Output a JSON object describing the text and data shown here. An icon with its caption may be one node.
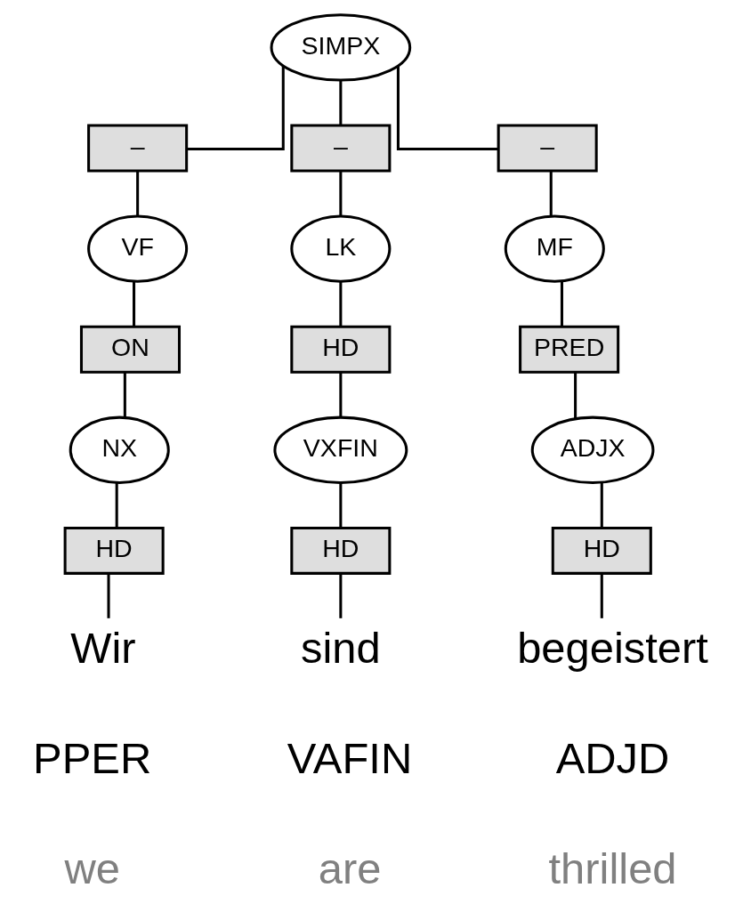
{
  "diagram": {
    "nodes": [
      {
        "text": [
          "SIMPX"
        ]
      },
      {
        "text": [
          "–"
        ]
      },
      {
        "text": [
          "–"
        ]
      },
      {
        "text": [
          "–"
        ]
      },
      {
        "text": [
          "VF"
        ]
      },
      {
        "text": [
          "LK"
        ]
      },
      {
        "text": [
          "MF"
        ]
      },
      {
        "text": [
          "ON"
        ]
      },
      {
        "text": [
          "HD"
        ]
      },
      {
        "text": [
          "PRED"
        ]
      },
      {
        "text": [
          "NX"
        ]
      },
      {
        "text": [
          "VXFIN"
        ]
      },
      {
        "text": [
          "ADJX"
        ]
      },
      {
        "text": [
          "HD"
        ]
      },
      {
        "text": [
          "HD"
        ]
      },
      {
        "text": [
          "HD"
        ]
      },
      {
        "text": [
          "Wir"
        ]
      },
      {
        "text": [
          "sind"
        ]
      },
      {
        "text": [
          "begeistert"
        ]
      }
    ],
    "edges": [
      {
        "from": 0,
        "to": 1,
        "arrow": "none"
      },
      {
        "from": 0,
        "to": 2,
        "arrow": "none"
      },
      {
        "from": 0,
        "to": 3,
        "arrow": "none"
      },
      {
        "from": 1,
        "to": 4,
        "arrow": "none"
      },
      {
        "from": 2,
        "to": 5,
        "arrow": "none"
      },
      {
        "from": 3,
        "to": 6,
        "arrow": "none"
      },
      {
        "from": 4,
        "to": 7,
        "arrow": "none"
      },
      {
        "from": 5,
        "to": 8,
        "arrow": "none"
      },
      {
        "from": 6,
        "to": 9,
        "arrow": "none"
      },
      {
        "from": 7,
        "to": 10,
        "arrow": "none"
      },
      {
        "from": 8,
        "to": 11,
        "arrow": "none"
      },
      {
        "from": 9,
        "to": 12,
        "arrow": "none"
      },
      {
        "from": 10,
        "to": 13,
        "arrow": "none"
      },
      {
        "from": 11,
        "to": 14,
        "arrow": "none"
      },
      {
        "from": 12,
        "to": 15,
        "arrow": "none"
      },
      {
        "from": 13,
        "to": 16,
        "arrow": "none"
      },
      {
        "from": 14,
        "to": 17,
        "arrow": "none"
      },
      {
        "from": 15,
        "to": 18,
        "arrow": "none"
      }
    ],
    "labels": [
      "PPER",
      "VAFIN",
      "ADJD",
      "we",
      "are",
      "thrilled"
    ]
  }
}
